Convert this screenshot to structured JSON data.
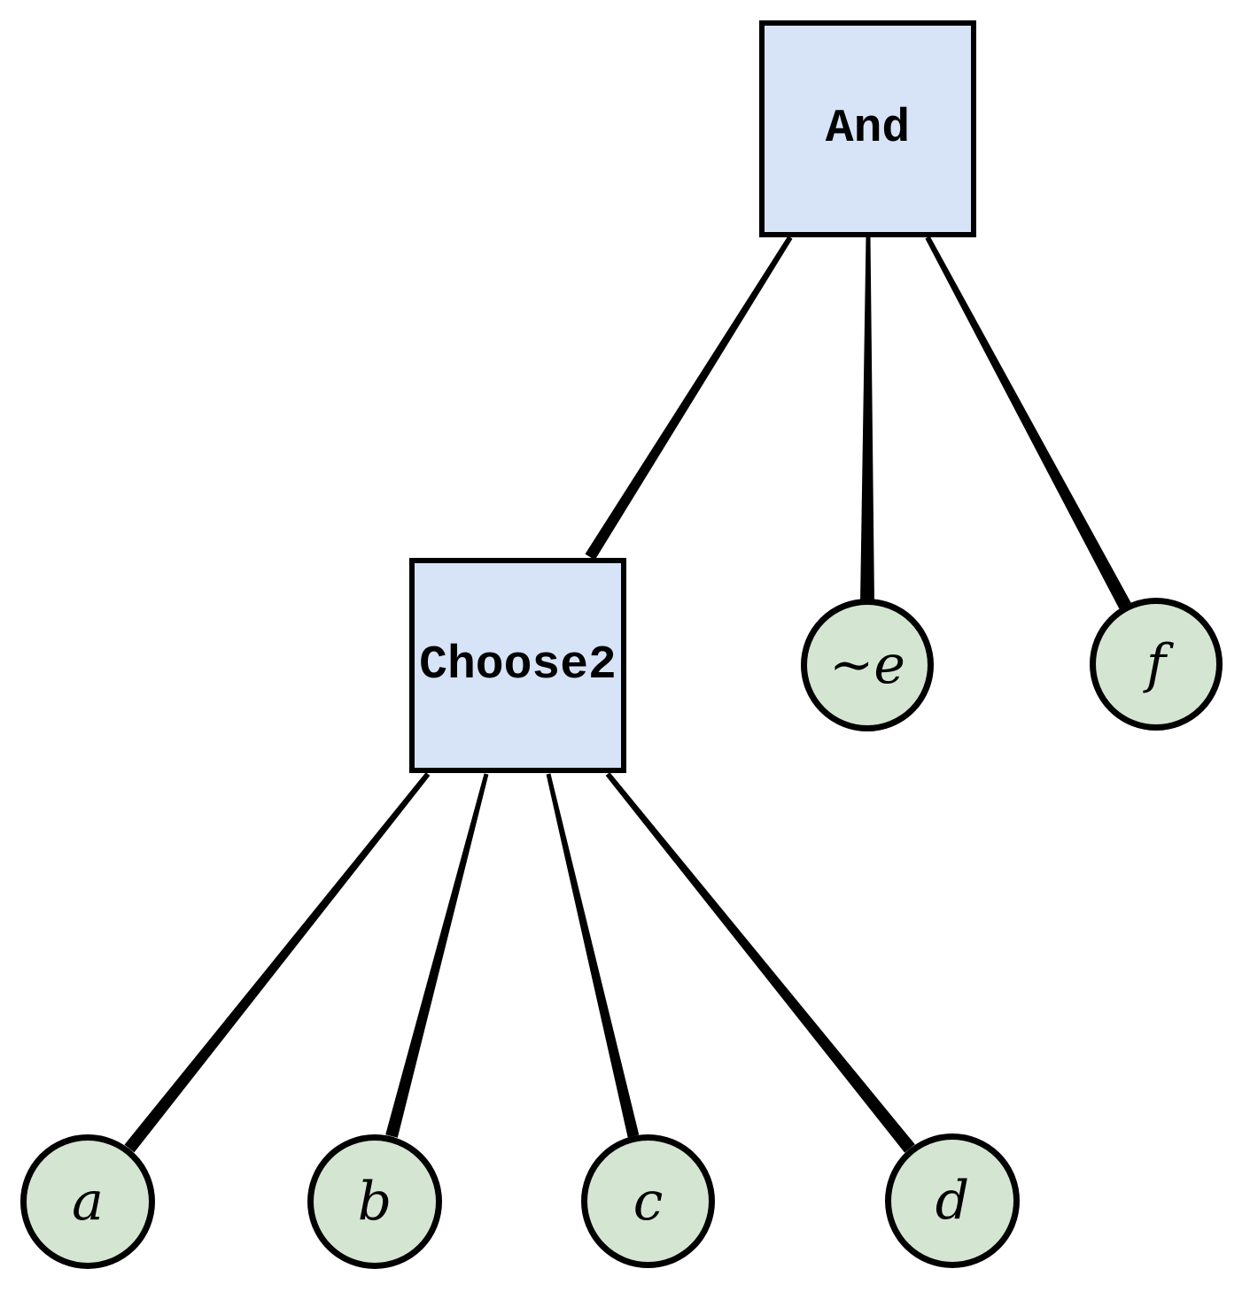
{
  "diagram": {
    "title": "sum-product-network-tree",
    "colors": {
      "operator_fill": "#d7e4f7",
      "leaf_fill": "#d4e6d2",
      "stroke": "#000000",
      "background": "#ffffff"
    },
    "nodes": {
      "and": {
        "label": "And",
        "type": "square",
        "role": "operator"
      },
      "choose2": {
        "label": "Choose2",
        "type": "square",
        "role": "operator"
      },
      "not_e": {
        "label": "∼e",
        "type": "circle",
        "role": "leaf"
      },
      "f": {
        "label": "f",
        "type": "circle",
        "role": "leaf"
      },
      "a": {
        "label": "a",
        "type": "circle",
        "role": "leaf"
      },
      "b": {
        "label": "b",
        "type": "circle",
        "role": "leaf"
      },
      "c": {
        "label": "c",
        "type": "circle",
        "role": "leaf"
      },
      "d": {
        "label": "d",
        "type": "circle",
        "role": "leaf"
      }
    },
    "edges": [
      {
        "from": "and",
        "to": "choose2"
      },
      {
        "from": "and",
        "to": "not_e"
      },
      {
        "from": "and",
        "to": "f"
      },
      {
        "from": "choose2",
        "to": "a"
      },
      {
        "from": "choose2",
        "to": "b"
      },
      {
        "from": "choose2",
        "to": "c"
      },
      {
        "from": "choose2",
        "to": "d"
      }
    ]
  }
}
